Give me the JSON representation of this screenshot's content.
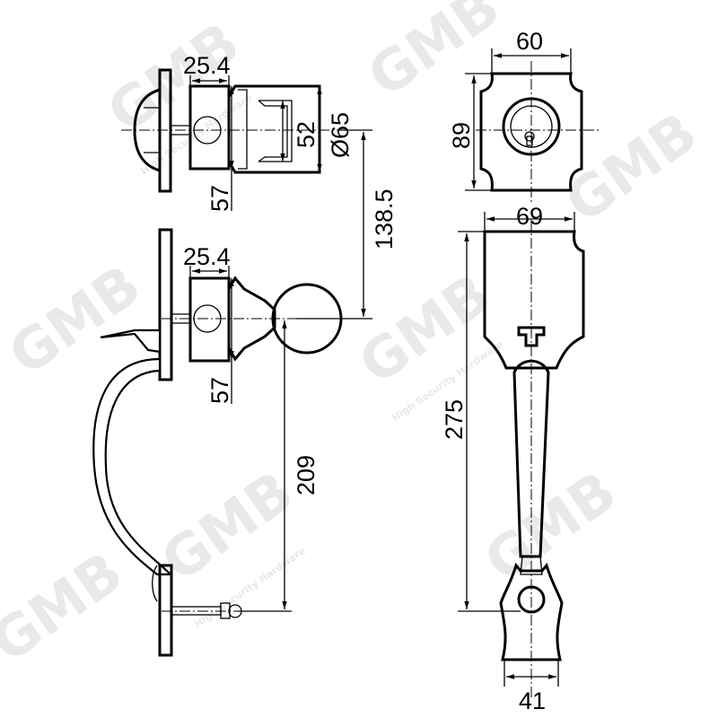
{
  "watermark": {
    "logo": "GMB",
    "tagline": "High Security Hardware"
  },
  "dimensions": {
    "deadbolt_backset": "25.4",
    "deadbolt_cross_bore": "57",
    "deadbolt_bore": "52",
    "deadbolt_rose_dia": "Ø65",
    "center_distance": "138.5",
    "knob_backset": "25.4",
    "knob_cross_bore": "57",
    "handle_to_knob": "209",
    "front_top_width": "60",
    "front_top_height": "89",
    "front_plate_width": "69",
    "front_plate_height": "275",
    "front_bottom_width": "41"
  }
}
